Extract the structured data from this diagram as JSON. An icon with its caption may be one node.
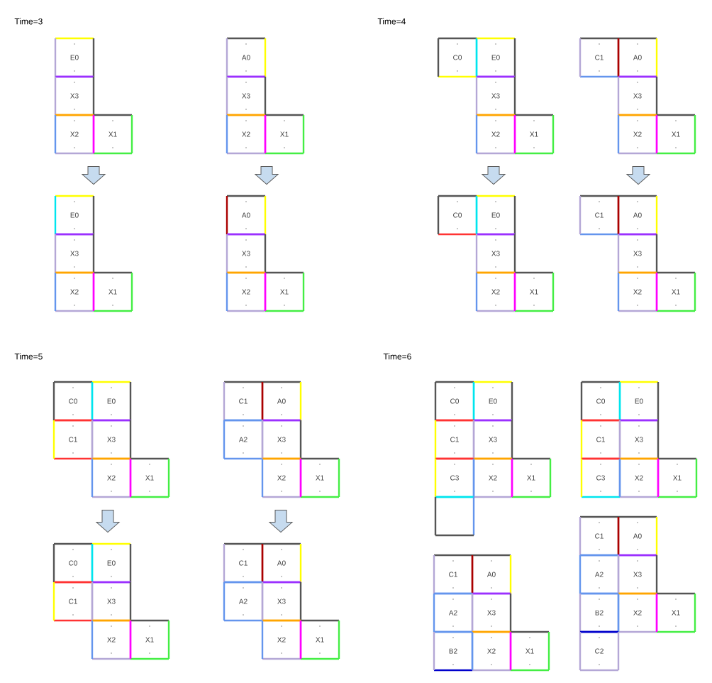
{
  "diagram": {
    "nodes": [
      {
        "text": [
          "E0"
        ]
      },
      {
        "text": [
          "X3"
        ]
      },
      {
        "text": [
          "X2"
        ]
      },
      {
        "text": [
          "X1"
        ]
      },
      {
        "text": [
          "E0"
        ]
      },
      {
        "text": [
          "X3"
        ]
      },
      {
        "text": [
          "X2"
        ]
      },
      {
        "text": [
          "X1"
        ]
      },
      {
        "text": [
          "A0"
        ]
      },
      {
        "text": [
          "X3"
        ]
      },
      {
        "text": [
          "X2"
        ]
      },
      {
        "text": [
          "X1"
        ]
      },
      {
        "text": [
          "A0"
        ]
      },
      {
        "text": [
          "X3"
        ]
      },
      {
        "text": [
          "X2"
        ]
      },
      {
        "text": [
          "X1"
        ]
      },
      {
        "text": [
          "C0"
        ]
      },
      {
        "text": [
          "E0"
        ]
      },
      {
        "text": [
          "X3"
        ]
      },
      {
        "text": [
          "X2"
        ]
      },
      {
        "text": [
          "X1"
        ]
      },
      {
        "text": [
          "C0"
        ]
      },
      {
        "text": [
          "E0"
        ]
      },
      {
        "text": [
          "X3"
        ]
      },
      {
        "text": [
          "X2"
        ]
      },
      {
        "text": [
          "X1"
        ]
      },
      {
        "text": [
          "C1"
        ]
      },
      {
        "text": [
          "A0"
        ]
      },
      {
        "text": [
          "X3"
        ]
      },
      {
        "text": [
          "X2"
        ]
      },
      {
        "text": [
          "X1"
        ]
      },
      {
        "text": [
          "C1"
        ]
      },
      {
        "text": [
          "A0"
        ]
      },
      {
        "text": [
          "X3"
        ]
      },
      {
        "text": [
          "X2"
        ]
      },
      {
        "text": [
          "X1"
        ]
      },
      {
        "text": [
          "C0"
        ]
      },
      {
        "text": [
          "E0"
        ]
      },
      {
        "text": [
          "C1"
        ]
      },
      {
        "text": [
          "X3"
        ]
      },
      {
        "text": [
          "X2"
        ]
      },
      {
        "text": [
          "X1"
        ]
      },
      {
        "text": [
          "C0"
        ]
      },
      {
        "text": [
          "E0"
        ]
      },
      {
        "text": [
          "C1"
        ]
      },
      {
        "text": [
          "X3"
        ]
      },
      {
        "text": [
          "X2"
        ]
      },
      {
        "text": [
          "X1"
        ]
      },
      {
        "text": [
          "C1"
        ]
      },
      {
        "text": [
          "A0"
        ]
      },
      {
        "text": [
          "A2"
        ]
      },
      {
        "text": [
          "X3"
        ]
      },
      {
        "text": [
          "X2"
        ]
      },
      {
        "text": [
          "X1"
        ]
      },
      {
        "text": [
          "C1"
        ]
      },
      {
        "text": [
          "A0"
        ]
      },
      {
        "text": [
          "A2"
        ]
      },
      {
        "text": [
          "X3"
        ]
      },
      {
        "text": [
          "X2"
        ]
      },
      {
        "text": [
          "X1"
        ]
      },
      {
        "text": [
          "C0"
        ]
      },
      {
        "text": [
          "E0"
        ]
      },
      {
        "text": [
          "C1"
        ]
      },
      {
        "text": [
          "X3"
        ]
      },
      {
        "text": [
          "C3"
        ]
      },
      {
        "text": [
          "X2"
        ]
      },
      {
        "text": [
          "X1"
        ]
      },
      {
        "text": [],
        "shape": "box"
      },
      {
        "text": [
          "C0"
        ]
      },
      {
        "text": [
          "E0"
        ]
      },
      {
        "text": [
          "C1"
        ]
      },
      {
        "text": [
          "X3"
        ]
      },
      {
        "text": [
          "C3"
        ]
      },
      {
        "text": [
          "X2"
        ]
      },
      {
        "text": [
          "X1"
        ]
      },
      {
        "text": [
          "C1"
        ]
      },
      {
        "text": [
          "A0"
        ]
      },
      {
        "text": [
          "A2"
        ]
      },
      {
        "text": [
          "X3"
        ]
      },
      {
        "text": [
          "B2"
        ]
      },
      {
        "text": [
          "X2"
        ]
      },
      {
        "text": [
          "X1"
        ]
      },
      {
        "text": [
          "C1"
        ]
      },
      {
        "text": [
          "A0"
        ]
      },
      {
        "text": [
          "A2"
        ]
      },
      {
        "text": [
          "X3"
        ]
      },
      {
        "text": [
          "B2"
        ]
      },
      {
        "text": [
          "X2"
        ]
      },
      {
        "text": [
          "X1"
        ]
      },
      {
        "text": [
          "C2"
        ]
      }
    ],
    "edges": [
      {
        "from": 2,
        "to": 4,
        "arrow": "to"
      },
      {
        "from": 10,
        "to": 12,
        "arrow": "to"
      },
      {
        "from": 19,
        "to": 22,
        "arrow": "to"
      },
      {
        "from": 29,
        "to": 32,
        "arrow": "to"
      },
      {
        "from": 40,
        "to": 43,
        "arrow": "to"
      },
      {
        "from": 52,
        "to": 55,
        "arrow": "to"
      }
    ],
    "labels": [
      "Time=3",
      "Time=4",
      "Time=5",
      "Time=6"
    ]
  }
}
